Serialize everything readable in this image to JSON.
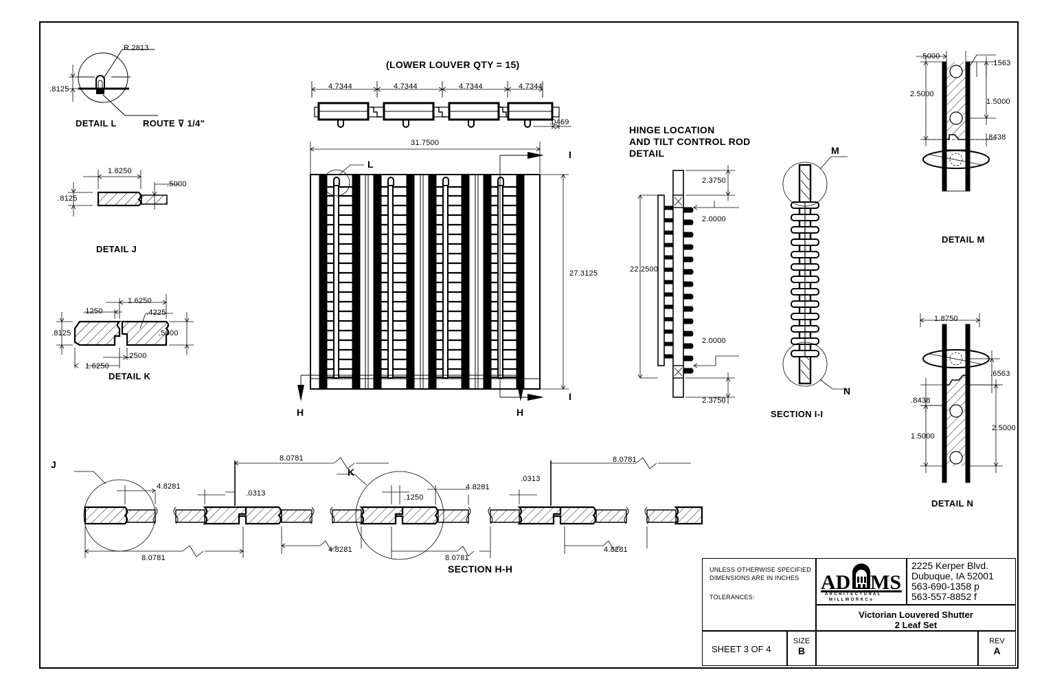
{
  "sheet": {
    "domain_note": "CAD mechanical drawing sheet"
  },
  "detail_l": {
    "label": "DETAIL L",
    "radius": "R.2813",
    "thickness": ".8125",
    "route_note": "ROUTE ⊽ 1/4\""
  },
  "detail_j": {
    "label": "DETAIL J",
    "width": "1.6250",
    "height": ".8125",
    "tenon": ".5000"
  },
  "detail_k": {
    "label": "DETAIL K",
    "width_top": "1.6250",
    "width_bottom": "1.6250",
    "gap": ".1250",
    "offset": ".4225",
    "step": ".2500",
    "height": ".8125",
    "depth": ".5000"
  },
  "louver_top": {
    "title": "(LOWER LOUVER QTY = 15)",
    "pitch": [
      "4.7344",
      "4.7344",
      "4.7344",
      "4.7344"
    ],
    "thickness": ".0469"
  },
  "elevation": {
    "width": "31.7500",
    "height": "27.3125",
    "detail_mark": "L",
    "section_left": "H",
    "section_right": "H",
    "section_i_top": "I",
    "section_i_bottom": "I",
    "panels": 4,
    "louver_rows": 15
  },
  "hinge": {
    "title_lines": [
      "HINGE LOCATION",
      "AND TILT CONTROL ROD",
      "DETAIL"
    ],
    "overall": "22.2500",
    "top_edge": "2.3750",
    "top_inner": "2.0000",
    "bottom_inner": "2.0000",
    "bottom_edge": "2.3750"
  },
  "section_ii": {
    "label": "SECTION I-I",
    "detail_top": "M",
    "detail_bottom": "N"
  },
  "detail_m": {
    "label": "DETAIL M",
    "left": ".5000",
    "top_small": ".1563",
    "overall": "2.5000",
    "mid": "1.5000",
    "lower": ".8438"
  },
  "detail_n": {
    "label": "DETAIL N",
    "width": "1.8750",
    "top": ".6563",
    "upper": ".8438",
    "lower": "1.5000",
    "overall": "2.5000"
  },
  "section_hh": {
    "label": "SECTION H-H",
    "mark_j": "J",
    "mark_k": "K",
    "dims": {
      "stile_1_bottom": "8.0781",
      "stile_1_top": "4.8281",
      "gap_a": ".0313",
      "span_a_top": "8.0781",
      "span_a_bottom": "4.8281",
      "k_gap": ".1250",
      "span_b_top": "4.8281",
      "span_b_bottom": "8.0781",
      "gap_b": ".0313",
      "span_c_top": "8.0781",
      "span_c_bottom": "4.8281"
    }
  },
  "title_block": {
    "notes_line1": "UNLESS OTHERWISE SPECIFIED",
    "notes_line2": "DIMENSIONS ARE IN INCHES",
    "tolerances": "TOLERANCES:",
    "company": {
      "name_left": "AD",
      "name_right": "MS",
      "tagline_1": "A R C H I T E C T U R A L",
      "tagline_2": "M I L L W O R K   C o"
    },
    "address": [
      "2225 Kerper Blvd.",
      "Dubuque, IA 52001",
      "563-690-1358 p",
      "563-557-8852 f"
    ],
    "drawing_title_1": "Victorian Louvered Shutter",
    "drawing_title_2": "2 Leaf Set",
    "sheet": "SHEET 3 OF 4",
    "size_label": "SIZE",
    "size_value": "B",
    "rev_label": "REV",
    "rev_value": "A"
  },
  "colors": {
    "ink": "#000000",
    "paper": "#ffffff",
    "thin": "#1a1a1a"
  }
}
